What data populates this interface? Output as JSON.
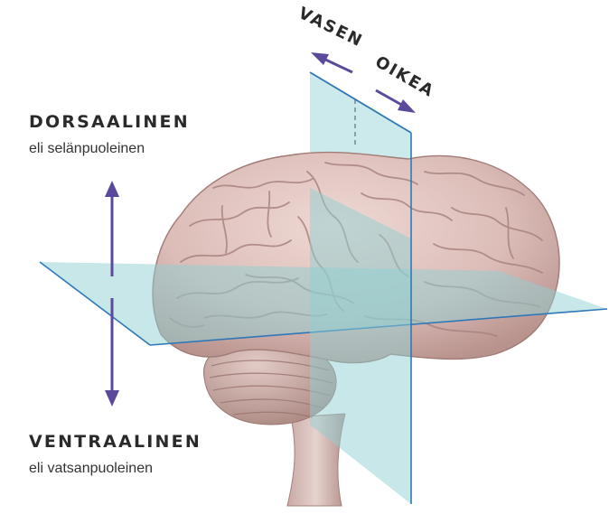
{
  "labels": {
    "dorsal_title": "DORSAALINEN",
    "dorsal_sub": "eli selänpuoleinen",
    "ventral_title": "VENTRAALINEN",
    "ventral_sub": "eli vatsanpuoleinen",
    "left": "VASEN",
    "right": "OIKEA"
  },
  "colors": {
    "arrow": "#5b4a9b",
    "plane_fill": "#8fd0d2",
    "plane_edge": "#2f78b8",
    "brain": "#dfc3c0",
    "sulci": "#a98480"
  },
  "icons": {
    "up": "arrow-up-icon",
    "down": "arrow-down-icon",
    "left": "arrow-left-icon",
    "right": "arrow-right-icon"
  }
}
